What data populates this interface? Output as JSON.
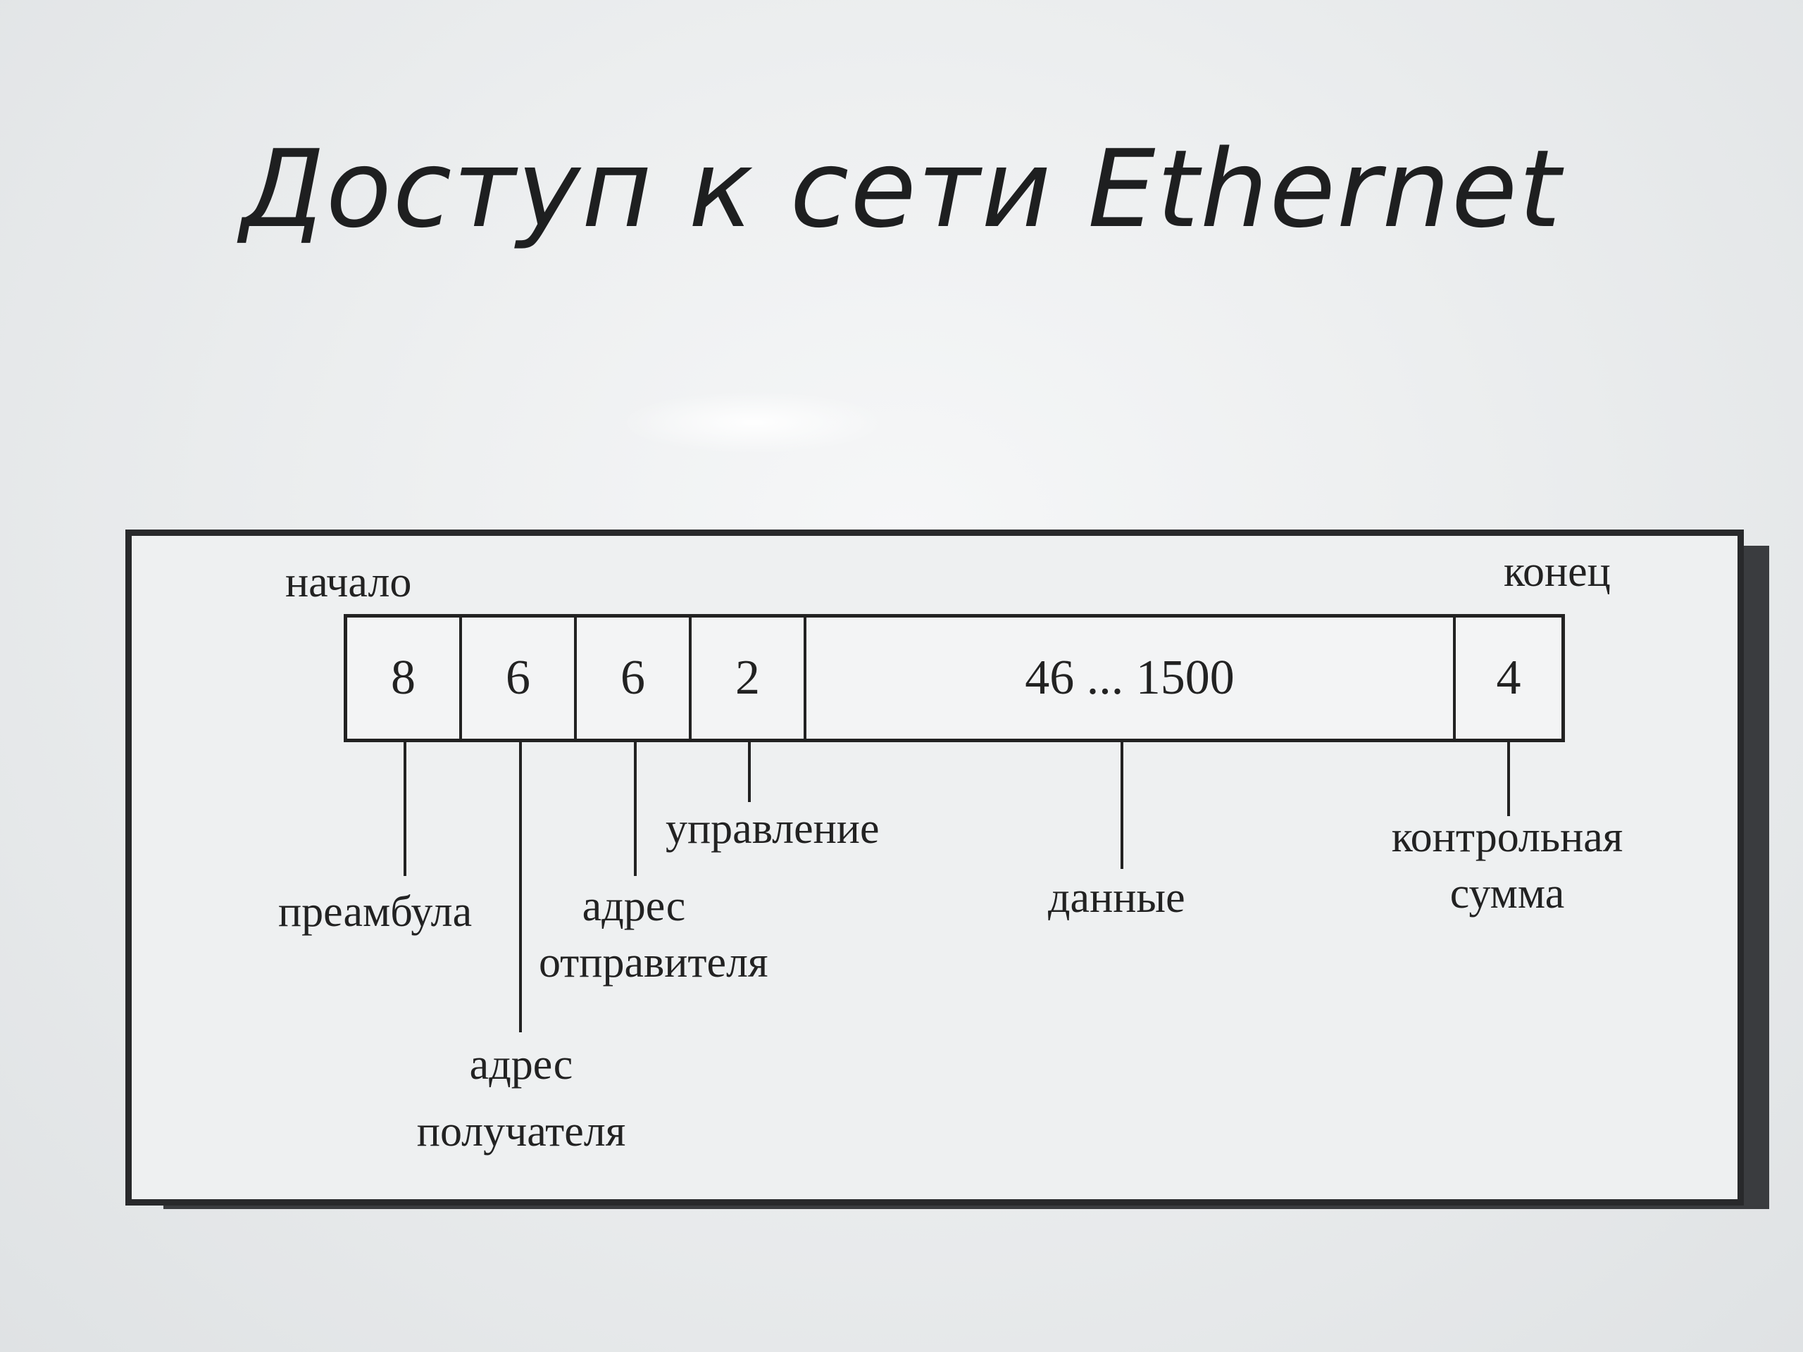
{
  "slide": {
    "title": "Доступ к сети Ethernet"
  },
  "diagram": {
    "start_label": "начало",
    "end_label": "конец",
    "fields": [
      {
        "size": "8",
        "name": "преамбула"
      },
      {
        "size": "6",
        "name_line1": "адрес",
        "name_line2": "получателя"
      },
      {
        "size": "6",
        "name_line1": "адрес",
        "name_line2": "отправителя"
      },
      {
        "size": "2",
        "name": "управление"
      },
      {
        "size": "46 ... 1500",
        "name": "данные"
      },
      {
        "size": "4",
        "name_line1": "контрольная",
        "name_line2": "сумма"
      }
    ]
  }
}
